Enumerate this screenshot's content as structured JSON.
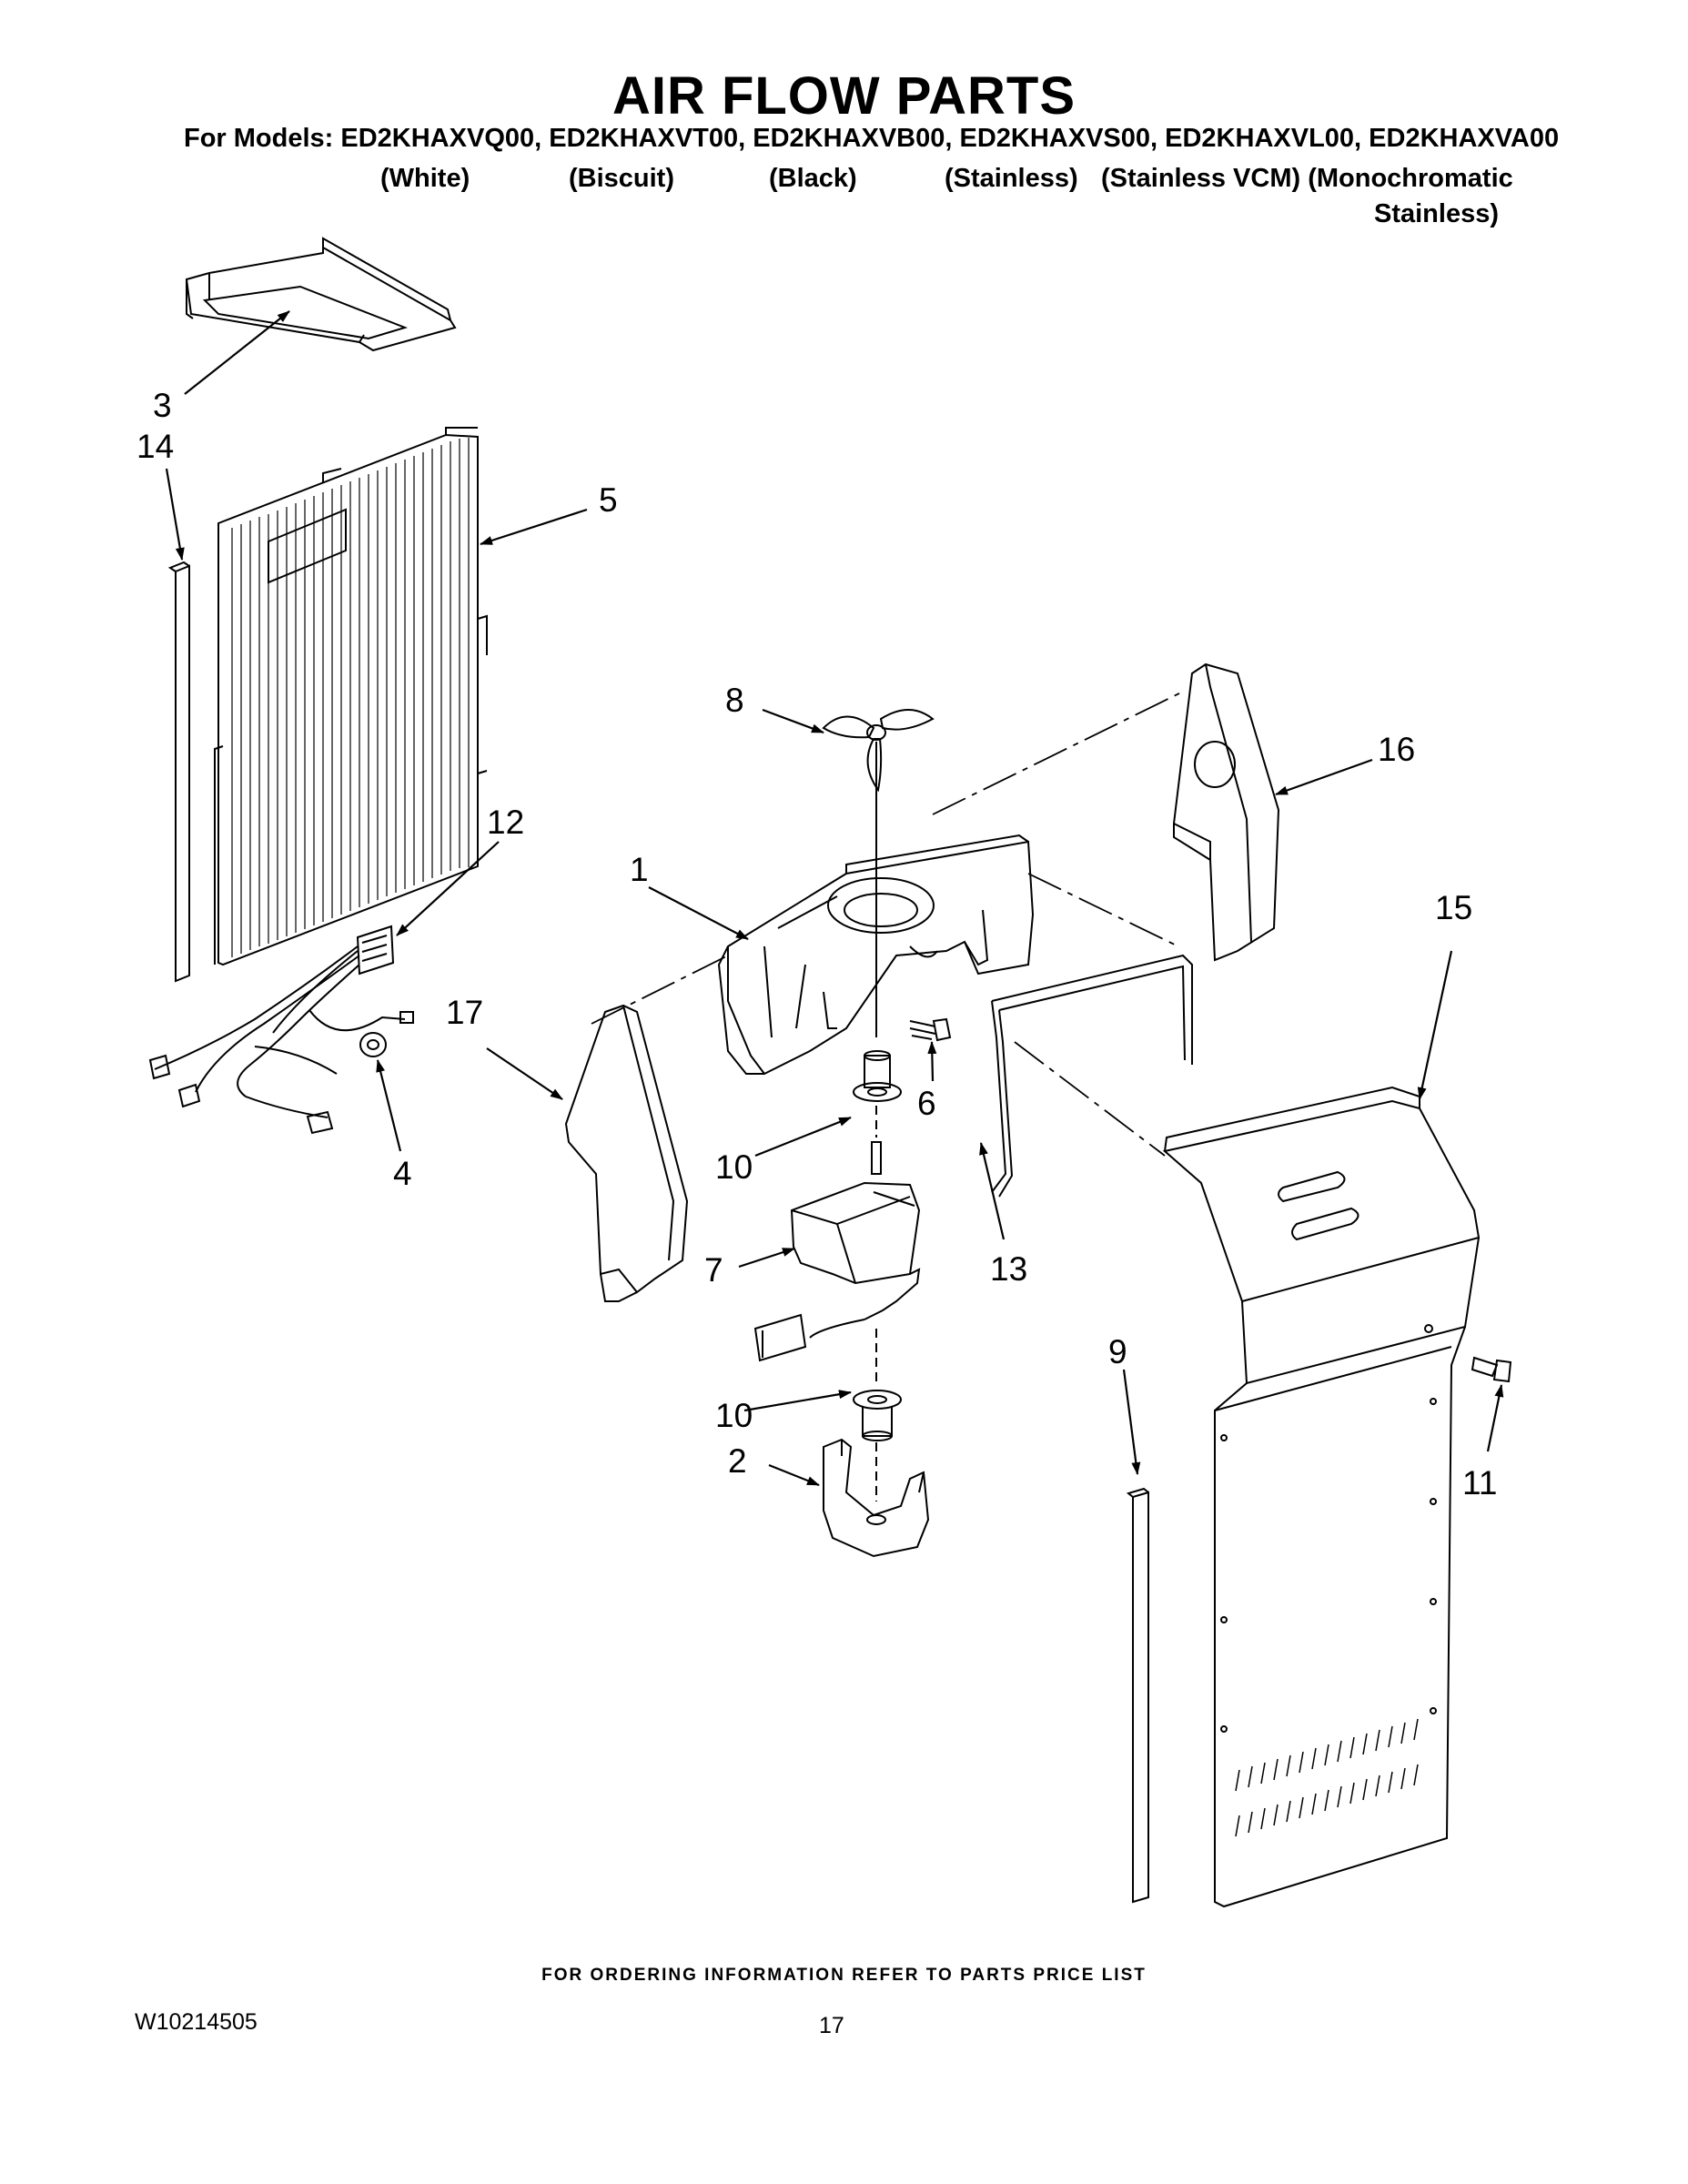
{
  "title": "AIR FLOW PARTS",
  "models_line": "For Models: ED2KHAXVQ00, ED2KHAXVT00, ED2KHAXVB00, ED2KHAXVS00, ED2KHAXVL00, ED2KHAXVA00",
  "colors": [
    "(White)",
    "(Biscuit)",
    "(Black)",
    "(Stainless)",
    "(Stainless VCM) (Monochromatic",
    "Stainless)"
  ],
  "parts": {
    "p1": "1",
    "p2": "2",
    "p3": "3",
    "p4": "4",
    "p5": "5",
    "p6": "6",
    "p7": "7",
    "p8": "8",
    "p9": "9",
    "p10a": "10",
    "p10b": "10",
    "p11": "11",
    "p12": "12",
    "p13": "13",
    "p14": "14",
    "p15": "15",
    "p16": "16",
    "p17": "17"
  },
  "footer": "FOR ORDERING INFORMATION REFER TO PARTS PRICE LIST",
  "doc_number": "W10214505",
  "page_number": "17"
}
